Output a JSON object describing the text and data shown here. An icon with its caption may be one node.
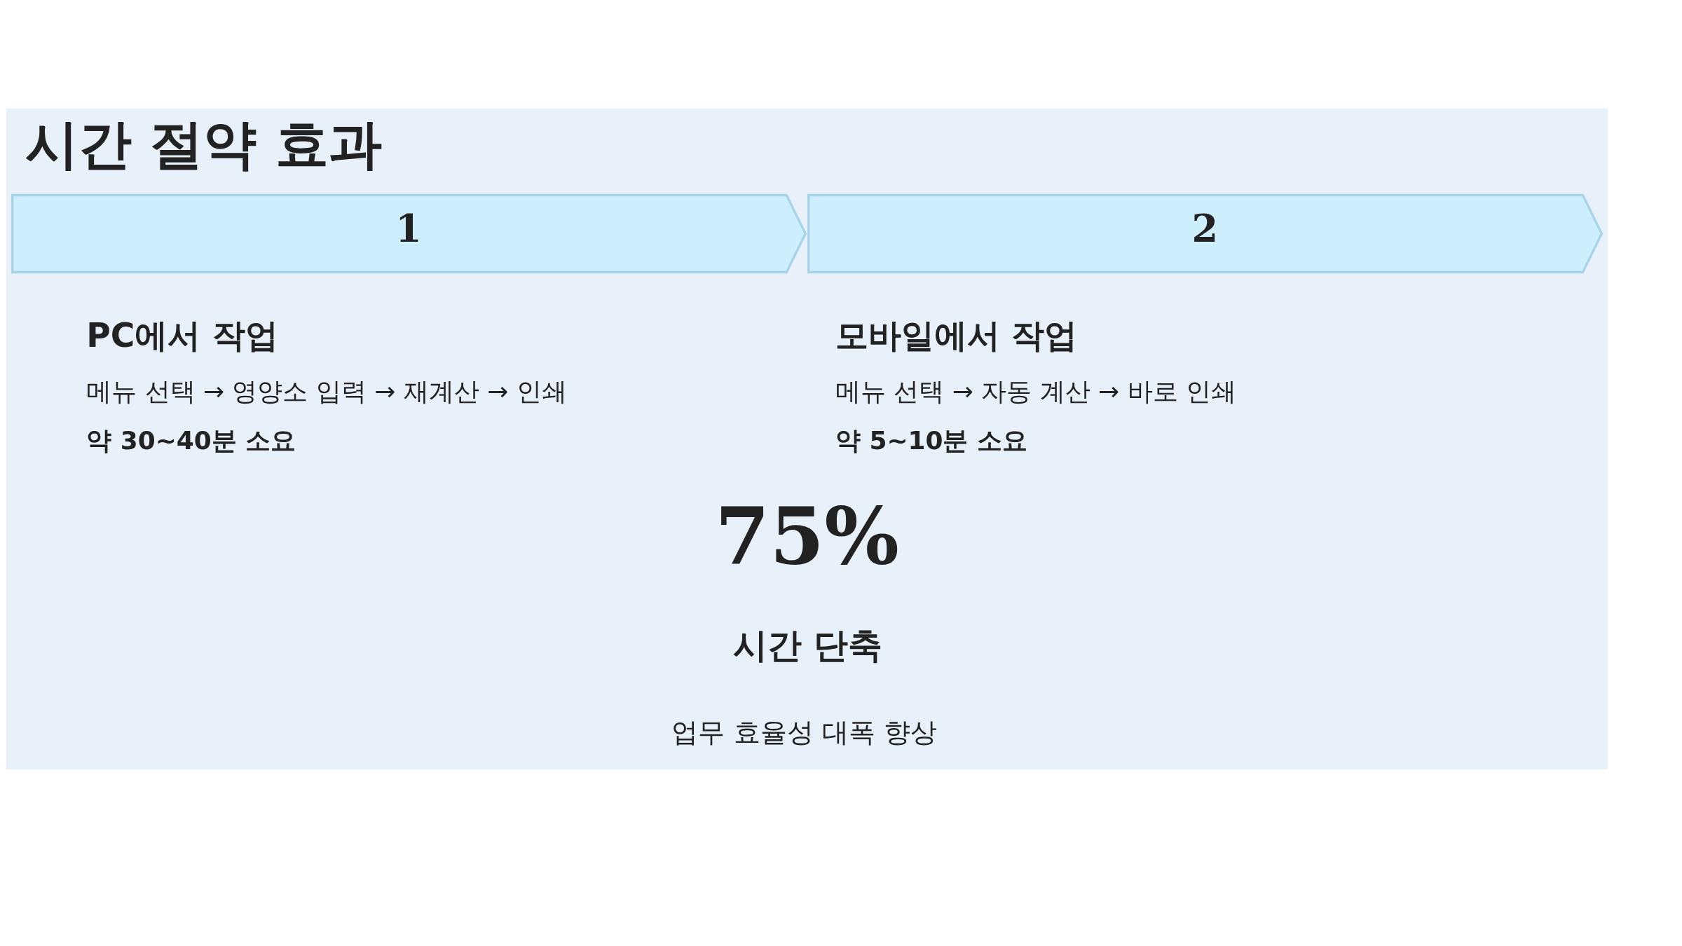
{
  "diagram": {
    "title": "시간 절약 효과",
    "nodes": [
      {
        "text": [
          "1"
        ],
        "beside": [
          "PC에서 작업",
          "메뉴 선택 → 영양소 입력 → 재계산 → 인쇄",
          "약 30~40분 소요"
        ]
      },
      {
        "text": [
          "2"
        ],
        "beside": [
          "모바일에서 작업",
          "메뉴 선택 → 자동 계산 → 바로 인쇄",
          "약 5~10분 소요"
        ]
      }
    ],
    "labels": [
      "75%",
      "시간 단축",
      "업무 효율성 대폭 향상"
    ]
  }
}
